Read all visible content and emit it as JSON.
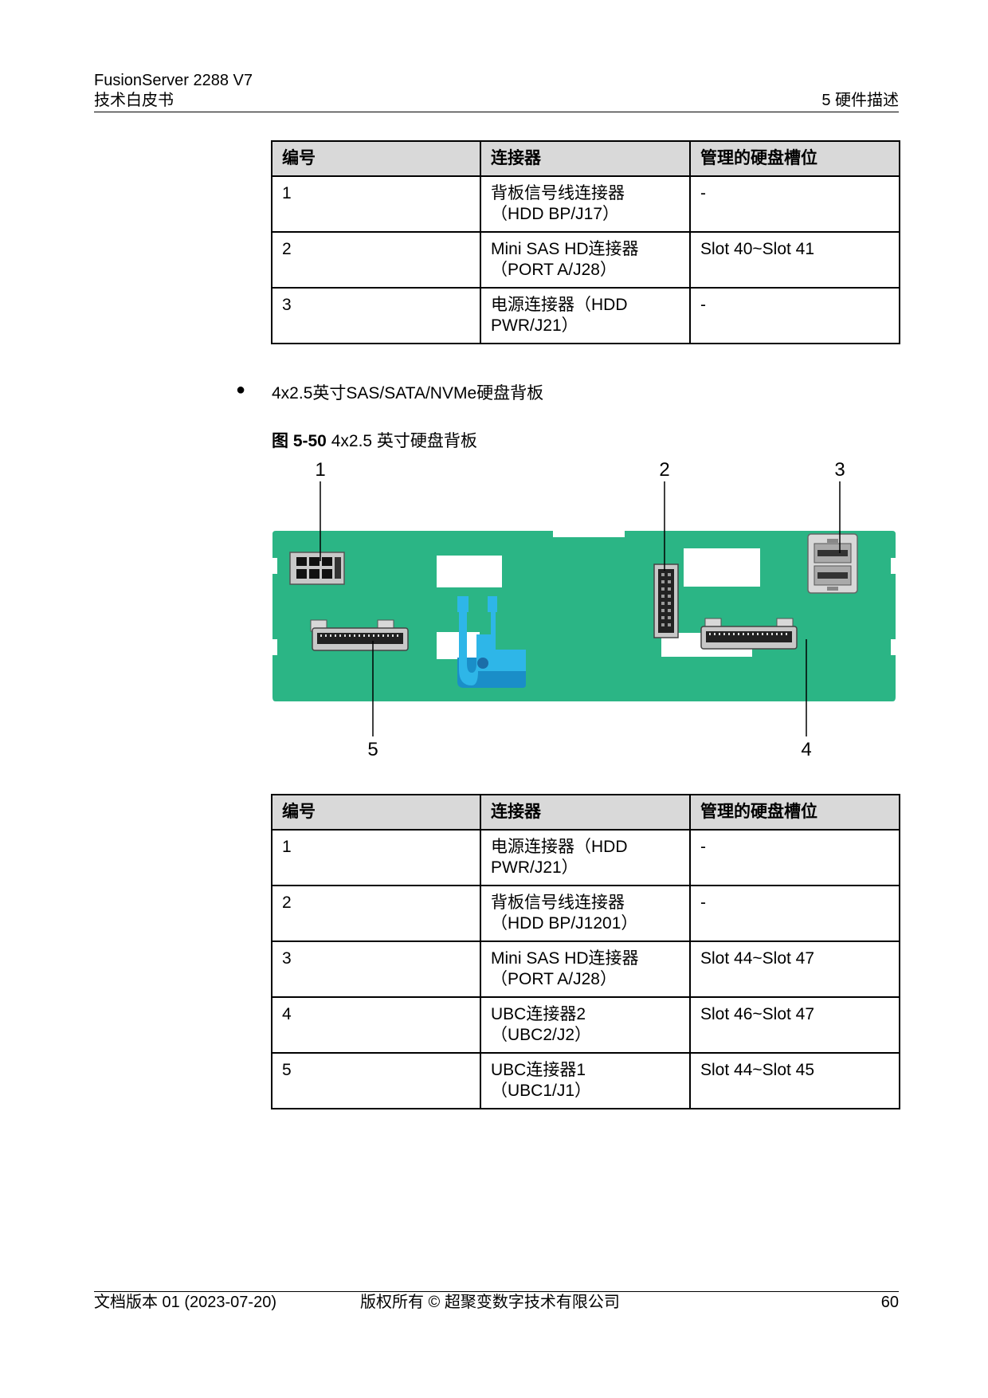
{
  "header": {
    "product": "FusionServer 2288 V7",
    "doc_title": "技术白皮书",
    "chapter": "5 硬件描述"
  },
  "table1": {
    "headers": [
      "编号",
      "连接器",
      "管理的硬盘槽位"
    ],
    "rows": [
      [
        "1",
        "背板信号线连接器\n（HDD BP/J17）",
        "-"
      ],
      [
        "2",
        "Mini SAS HD连接器\n（PORT A/J28）",
        "Slot 40~Slot 41"
      ],
      [
        "3",
        "电源连接器（HDD\nPWR/J21）",
        "-"
      ]
    ]
  },
  "bullet": {
    "symbol": "●",
    "text": "4x2.5英寸SAS/SATA/NVMe硬盘背板"
  },
  "figure": {
    "number": "图 5-50",
    "title": "4x2.5 英寸硬盘背板",
    "callouts": [
      "1",
      "2",
      "3",
      "4",
      "5"
    ],
    "colors": {
      "board": "#2bb585",
      "clip": "#2eb6e8",
      "clip_dark": "#1a8ec8",
      "connector_gray": "#c8c8c8"
    }
  },
  "table2": {
    "headers": [
      "编号",
      "连接器",
      "管理的硬盘槽位"
    ],
    "rows": [
      [
        "1",
        "电源连接器（HDD\nPWR/J21）",
        "-"
      ],
      [
        "2",
        "背板信号线连接器\n（HDD BP/J1201）",
        "-"
      ],
      [
        "3",
        "Mini SAS HD连接器\n（PORT A/J28）",
        "Slot 44~Slot 47"
      ],
      [
        "4",
        "UBC连接器2\n（UBC2/J2）",
        "Slot 46~Slot 47"
      ],
      [
        "5",
        "UBC连接器1\n（UBC1/J1）",
        "Slot 44~Slot 45"
      ]
    ]
  },
  "footer": {
    "version": "文档版本 01 (2023-07-20)",
    "copyright": "版权所有 © 超聚变数字技术有限公司",
    "page": "60"
  }
}
